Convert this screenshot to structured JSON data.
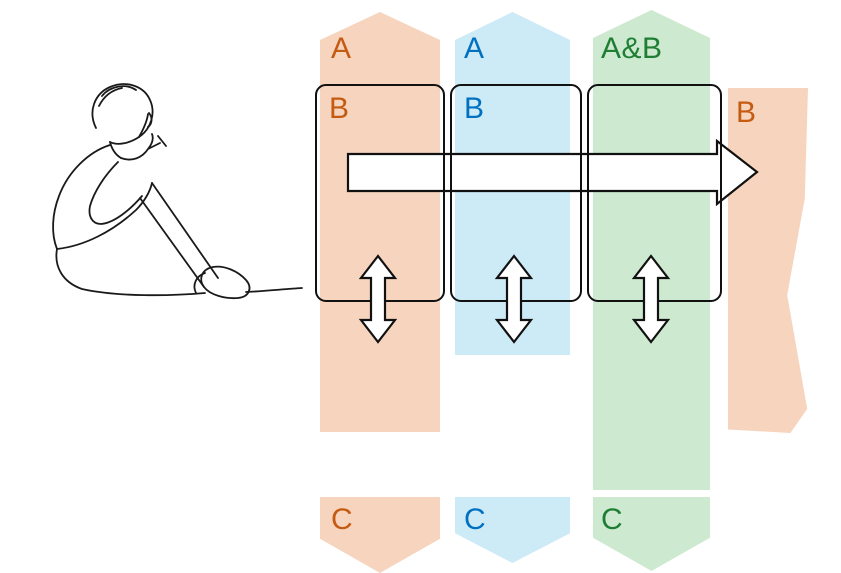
{
  "colors": {
    "salmon_fill": "#f6d4bd",
    "salmon_text": "#c55a11",
    "blue_fill": "#cdeaf7",
    "blue_text": "#0070c0",
    "green_fill": "#cde9d0",
    "green_text": "#1e7e34",
    "outline": "#111111"
  },
  "columns": [
    {
      "top_label": "A",
      "box_label": "B",
      "bottom_label": "C"
    },
    {
      "top_label": "A",
      "box_label": "B",
      "bottom_label": "C"
    },
    {
      "top_label": "A&B",
      "box_label": "",
      "bottom_label": "C"
    }
  ],
  "right_band": {
    "label": "B"
  }
}
